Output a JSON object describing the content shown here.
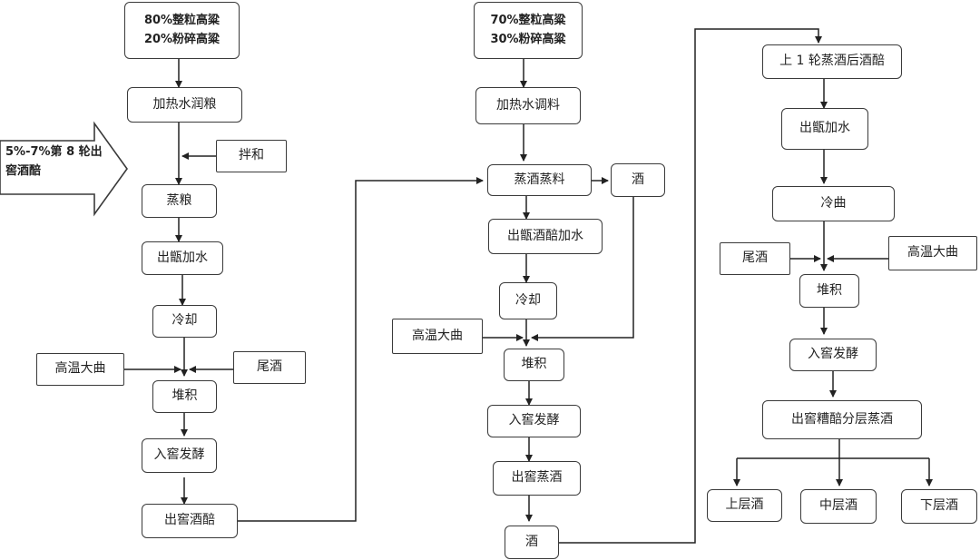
{
  "col1": {
    "sorghum_a": "80%整粒高粱",
    "sorghum_b": "20%粉碎高粱",
    "moisten": "加热水润粮",
    "mix": "拌和",
    "recycle_a": "5%-7%第 8 轮出",
    "recycle_b": "窖酒醅",
    "steam": "蒸粮",
    "water": "出甑加水",
    "cool": "冷却",
    "qu": "高温大曲",
    "tail": "尾酒",
    "pile": "堆积",
    "ferment": "入窖发酵",
    "out": "出窖酒醅"
  },
  "col2": {
    "sorghum_a": "70%整粒高粱",
    "sorghum_b": "30%粉碎高粱",
    "adjust": "加热水调料",
    "steam": "蒸酒蒸料",
    "liquor_side": "酒",
    "water": "出甑酒醅加水",
    "cool": "冷却",
    "qu": "高温大曲",
    "pile": "堆积",
    "ferment": "入窖发酵",
    "distill": "出窖蒸酒",
    "liquor": "酒"
  },
  "col3": {
    "prev": "上 1 轮蒸酒后酒醅",
    "water": "出甑加水",
    "cool": "冷曲",
    "tail": "尾酒",
    "qu": "高温大曲",
    "pile": "堆积",
    "ferment": "入窖发酵",
    "layered": "出窖糟醅分层蒸酒",
    "upper": "上层酒",
    "middle": "中层酒",
    "lower": "下层酒"
  }
}
